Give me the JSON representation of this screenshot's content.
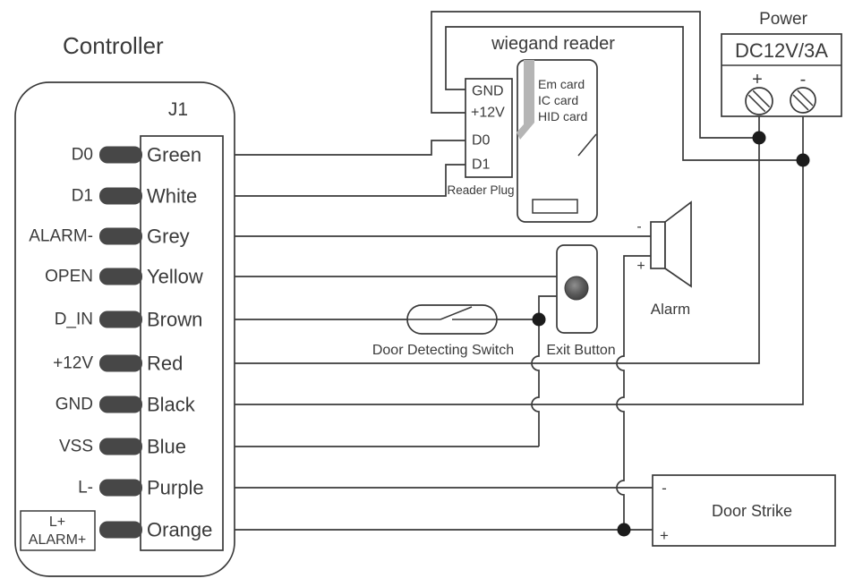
{
  "controller": {
    "title": "Controller",
    "connector": "J1",
    "pins": [
      {
        "name": "D0",
        "wire": "Green"
      },
      {
        "name": "D1",
        "wire": "White"
      },
      {
        "name": "ALARM-",
        "wire": "Grey"
      },
      {
        "name": "OPEN",
        "wire": "Yellow"
      },
      {
        "name": "D_IN",
        "wire": "Brown"
      },
      {
        "name": "+12V",
        "wire": "Red"
      },
      {
        "name": "GND",
        "wire": "Black"
      },
      {
        "name": "VSS",
        "wire": "Blue"
      },
      {
        "name": "L-",
        "wire": "Purple"
      }
    ],
    "last_pin": {
      "line1": "L+",
      "line2": "ALARM+",
      "wire": "Orange"
    }
  },
  "reader": {
    "title": "wiegand reader",
    "plug": {
      "pins": [
        "GND",
        "+12V",
        "D0",
        "D1"
      ],
      "label": "Reader Plug"
    },
    "cards": [
      "Em card",
      "IC card",
      "HID card"
    ]
  },
  "power": {
    "title": "Power",
    "rating": "DC12V/3A",
    "plus": "+",
    "minus": "-"
  },
  "alarm": {
    "label": "Alarm",
    "plus": "+",
    "minus": "-"
  },
  "door_switch": {
    "label": "Door Detecting Switch"
  },
  "exit_button": {
    "label": "Exit Button"
  },
  "door_strike": {
    "label": "Door Strike",
    "plus": "+",
    "minus": "-"
  },
  "colors": {
    "line": "#3a3a3a",
    "pill": "#474747",
    "stripe": "#b5b5b5",
    "button": "#4a4a4a"
  }
}
